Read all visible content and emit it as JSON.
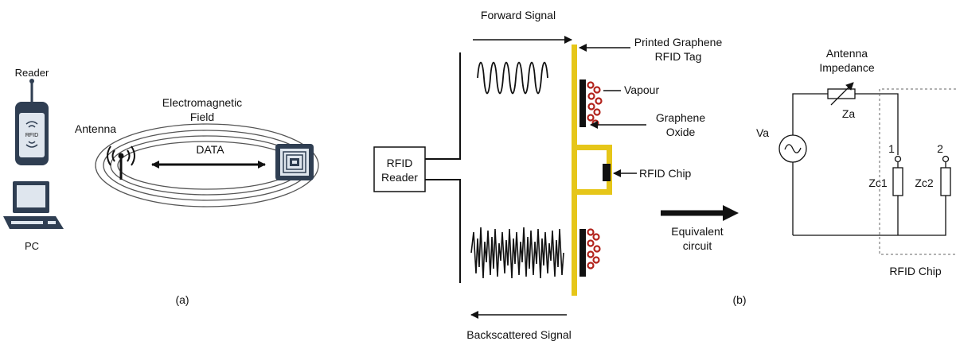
{
  "panel_a": {
    "reader_label": "Reader",
    "rfid_text": "RFID",
    "pc_label": "PC",
    "antenna_label": "Antenna",
    "field_label_line1": "Electromagnetic",
    "field_label_line2": "Field",
    "data_label": "DATA",
    "caption": "(a)"
  },
  "panel_b": {
    "forward_signal": "Forward Signal",
    "backscattered_signal": "Backscattered Signal",
    "tag_label_line1": "Printed Graphene",
    "tag_label_line2": "RFID Tag",
    "vapour_label": "Vapour",
    "graphene_oxide_line1": "Graphene",
    "graphene_oxide_line2": "Oxide",
    "reader_line1": "RFID",
    "reader_line2": "Reader",
    "chip_label": "RFID Chip",
    "equivalent_line1": "Equivalent",
    "equivalent_line2": "circuit",
    "caption": "(b)"
  },
  "circuit": {
    "antenna_line1": "Antenna",
    "antenna_line2": "Impedance",
    "za": "Za",
    "va": "Va",
    "node1": "1",
    "node2": "2",
    "zc1": "Zc1",
    "zc2": "Zc2",
    "chip_label": "RFID Chip"
  },
  "colors": {
    "tag_yellow": "#e6c619",
    "vapour_red": "#b2231c",
    "device_dark": "#2f3e52",
    "device_screen": "#dfe6ee"
  }
}
